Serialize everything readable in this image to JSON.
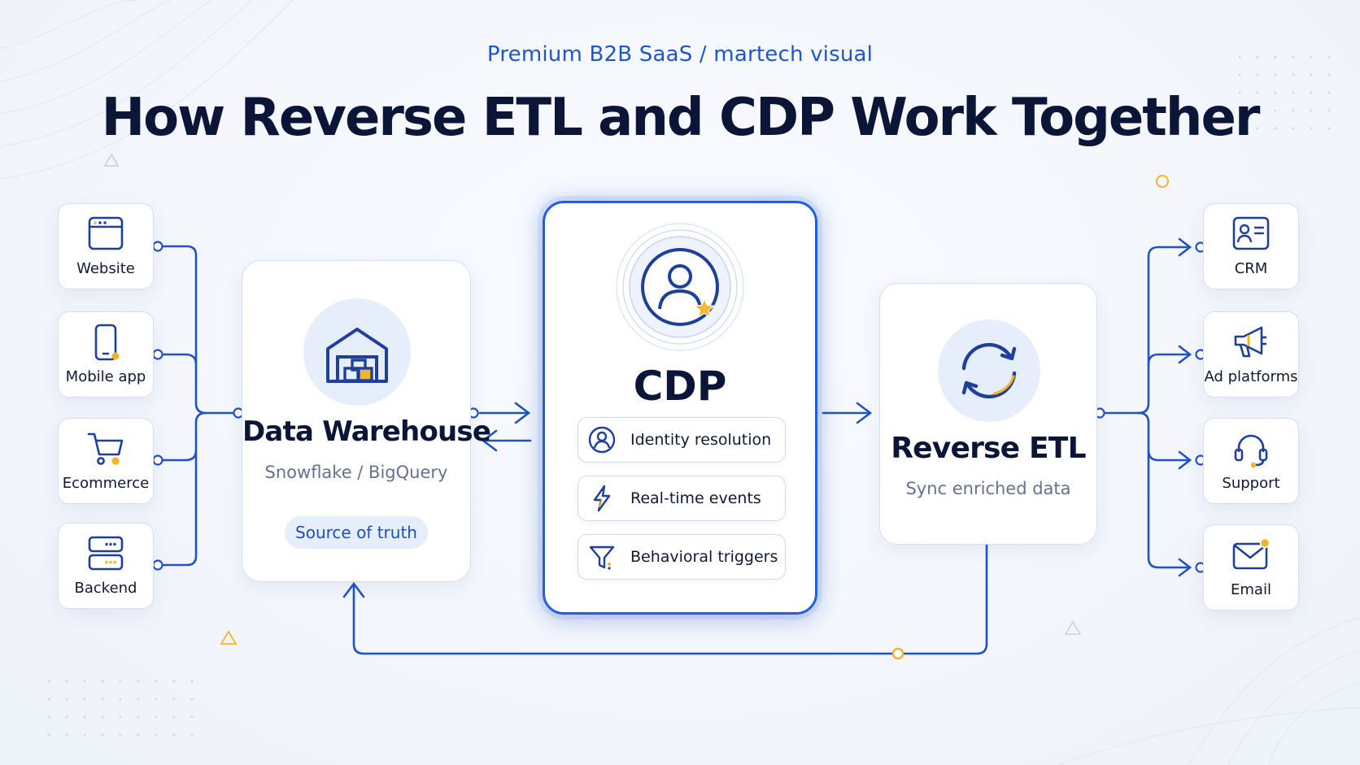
{
  "header": {
    "subtitle": "Premium B2B SaaS / martech visual",
    "title": "How Reverse ETL and CDP Work Together"
  },
  "sources": [
    {
      "label": "Website",
      "icon": "browser-window-icon"
    },
    {
      "label": "Mobile app",
      "icon": "smartphone-icon"
    },
    {
      "label": "Ecommerce",
      "icon": "shopping-cart-icon"
    },
    {
      "label": "Backend",
      "icon": "server-icon"
    }
  ],
  "warehouse": {
    "name": "Data Warehouse",
    "subtitle": "Snowflake / BigQuery",
    "badge": "Source of truth",
    "icon": "warehouse-icon"
  },
  "cdp": {
    "name": "CDP",
    "icon": "customer-profile-icon",
    "features": [
      {
        "label": "Identity resolution",
        "icon": "identity-user-icon"
      },
      {
        "label": "Real-time events",
        "icon": "lightning-bolt-icon"
      },
      {
        "label": "Behavioral triggers",
        "icon": "funnel-icon"
      }
    ]
  },
  "reverse_etl": {
    "name": "Reverse ETL",
    "subtitle": "Sync enriched data",
    "icon": "sync-arrows-icon"
  },
  "destinations": [
    {
      "label": "CRM",
      "icon": "contact-card-icon"
    },
    {
      "label": "Ad platforms",
      "icon": "megaphone-icon"
    },
    {
      "label": "Support",
      "icon": "headset-icon"
    },
    {
      "label": "Email",
      "icon": "envelope-icon"
    }
  ],
  "colors": {
    "accent": "#1e5ee8",
    "connector": "#2152c7",
    "highlight": "#f5b731",
    "title": "#0b1538",
    "subtitle": "#1f56c8",
    "icon_bg": "#e6eefc"
  }
}
